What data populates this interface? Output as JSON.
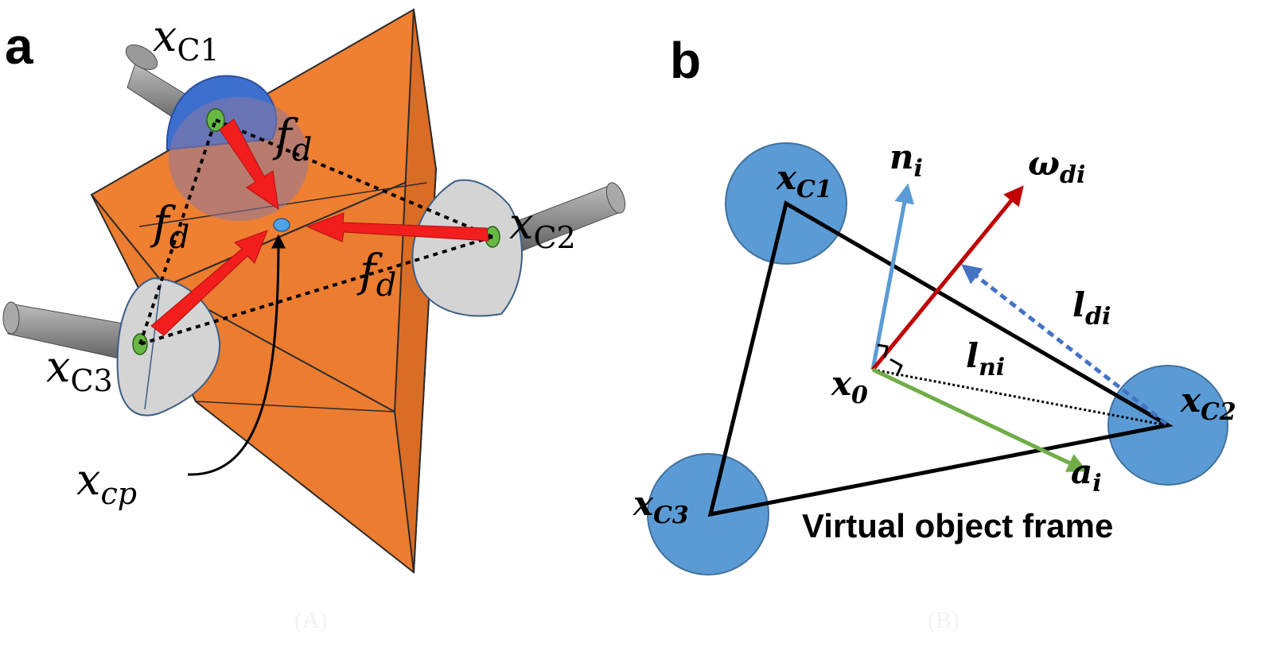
{
  "panel_a": {
    "letter": "a",
    "labels": {
      "xc1_main": "x",
      "xc1_sub": "C1",
      "xc2_main": "x",
      "xc2_sub": "C2",
      "xc3_main": "x",
      "xc3_sub": "C3",
      "xcp_main": "x",
      "xcp_sub": "cp",
      "fd_main": "f",
      "fd_sub": "d"
    },
    "colors": {
      "prism_face": "#ef7f31",
      "prism_edge": "#2b2b2b",
      "finger_gray": "#d4d4d4",
      "finger1_blue": "#3d6fd0",
      "contact_green": "#67b945",
      "force_red": "#f21d1d",
      "center_blue": "#4fa4e8"
    },
    "caption": "(A)"
  },
  "panel_b": {
    "letter": "b",
    "labels": {
      "xc1_main": "x",
      "xc1_sub": "C1",
      "xc2_main": "x",
      "xc2_sub": "C2",
      "xc3_main": "x",
      "xc3_sub": "C3",
      "x0_main": "x",
      "x0_sub": "0",
      "ni_main": "n",
      "ni_sub": "i",
      "wdi_main": "ω",
      "wdi_sub": "di",
      "ldi_main": "l",
      "ldi_sub": "di",
      "lni_main": "l",
      "lni_sub": "ni",
      "ai_main": "a",
      "ai_sub": "i"
    },
    "frame_label": "Virtual object frame",
    "colors": {
      "circle_fill": "#5b9bd5",
      "circle_edge": "#41719c",
      "n_arrow": "#5b9bd5",
      "omega_arrow": "#c00000",
      "a_arrow": "#70ad47",
      "ldi_arrow": "#4472c4"
    },
    "caption": "(B)"
  }
}
